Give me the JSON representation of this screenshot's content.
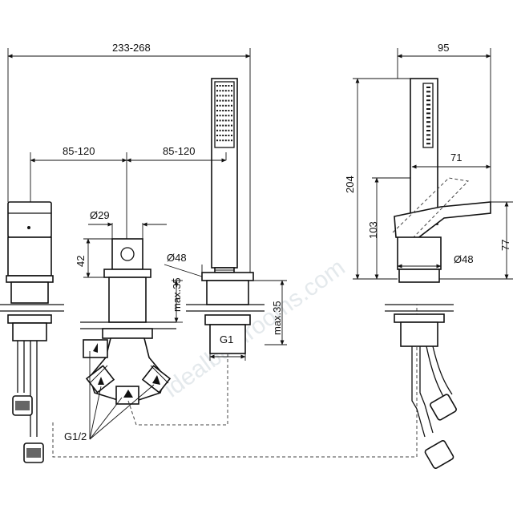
{
  "watermark": "idealbathrooms.com",
  "dimensions": {
    "overall_width": "233-268",
    "spacing_left": "85-120",
    "spacing_right": "85-120",
    "diameter_29": "Ø29",
    "height_42": "42",
    "diameter_48_front": "Ø48",
    "max35_left": "max.35",
    "max35_right": "max.35",
    "thread_g1": "G1",
    "thread_g12": "G1/2",
    "side_width": "95",
    "side_height_204": "204",
    "side_reach_71": "71",
    "side_height_103": "103",
    "side_height_77": "77",
    "diameter_48_side": "Ø48"
  }
}
